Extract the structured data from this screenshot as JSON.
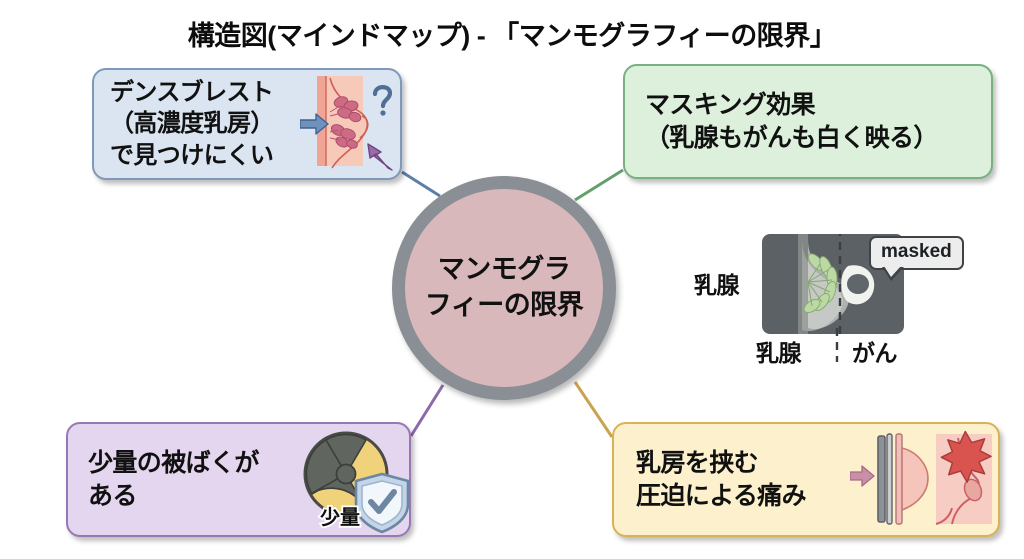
{
  "title": "構造図(マインドマップ) - 「マンモグラフィーの限界」",
  "center": {
    "label": "マンモグラ\nフィーの限界",
    "fill": "#d9b8bb",
    "ring": "#8a8f96"
  },
  "branches": [
    {
      "id": "dense-breast",
      "position": "top-left",
      "text": "デンスブレスト\n（高濃度乳房）\nで見つけにくい",
      "fill": "#dbe5f1",
      "border": "#7f99bb",
      "connector": "#5c7fa8",
      "icon": "breast-density-illustration"
    },
    {
      "id": "masking-effect",
      "position": "top-right",
      "text": "マスキング効果\n（乳腺もがんも白く映る）",
      "fill": "#dcf0dc",
      "border": "#79b080",
      "connector": "#63a06c",
      "icon": "none"
    },
    {
      "id": "radiation-dose",
      "position": "bottom-left",
      "text": "少量の被ばくが\nある",
      "fill": "#e4d6ee",
      "border": "#9878b4",
      "connector": "#8a6aa8",
      "icon": "radiation-shield-illustration"
    },
    {
      "id": "compression-pain",
      "position": "bottom-right",
      "text": "乳房を挟む\n圧迫による痛み",
      "fill": "#fcf1cc",
      "border": "#d8b257",
      "connector": "#c9a34e",
      "icon": "compression-pain-illustration"
    }
  ],
  "mask_figure": {
    "label_left": "乳腺",
    "label_bottom_left": "乳腺",
    "label_bottom_right": "がん",
    "bubble": "masked"
  },
  "radiation_icon": {
    "caption": "少量"
  }
}
